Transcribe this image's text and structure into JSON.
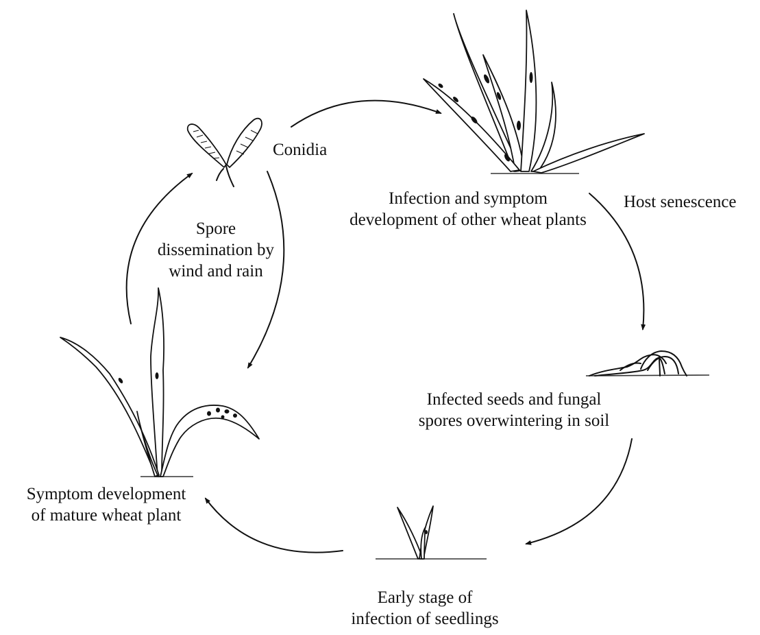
{
  "labels": {
    "conidia": "Conidia",
    "infection_other": [
      "Infection and symptom",
      "development of other wheat plants"
    ],
    "host_senescence": "Host senescence",
    "spore_dissemination": [
      "Spore",
      "dissemination by",
      "wind and rain"
    ],
    "overwintering": [
      "Infected seeds and fungal",
      "spores overwintering in soil"
    ],
    "symptom_mature": [
      "Symptom development",
      "of mature wheat plant"
    ],
    "early_stage": [
      "Early stage of",
      "infection of seedlings"
    ]
  },
  "colors": {
    "line": "#111111",
    "background": "#ffffff"
  }
}
